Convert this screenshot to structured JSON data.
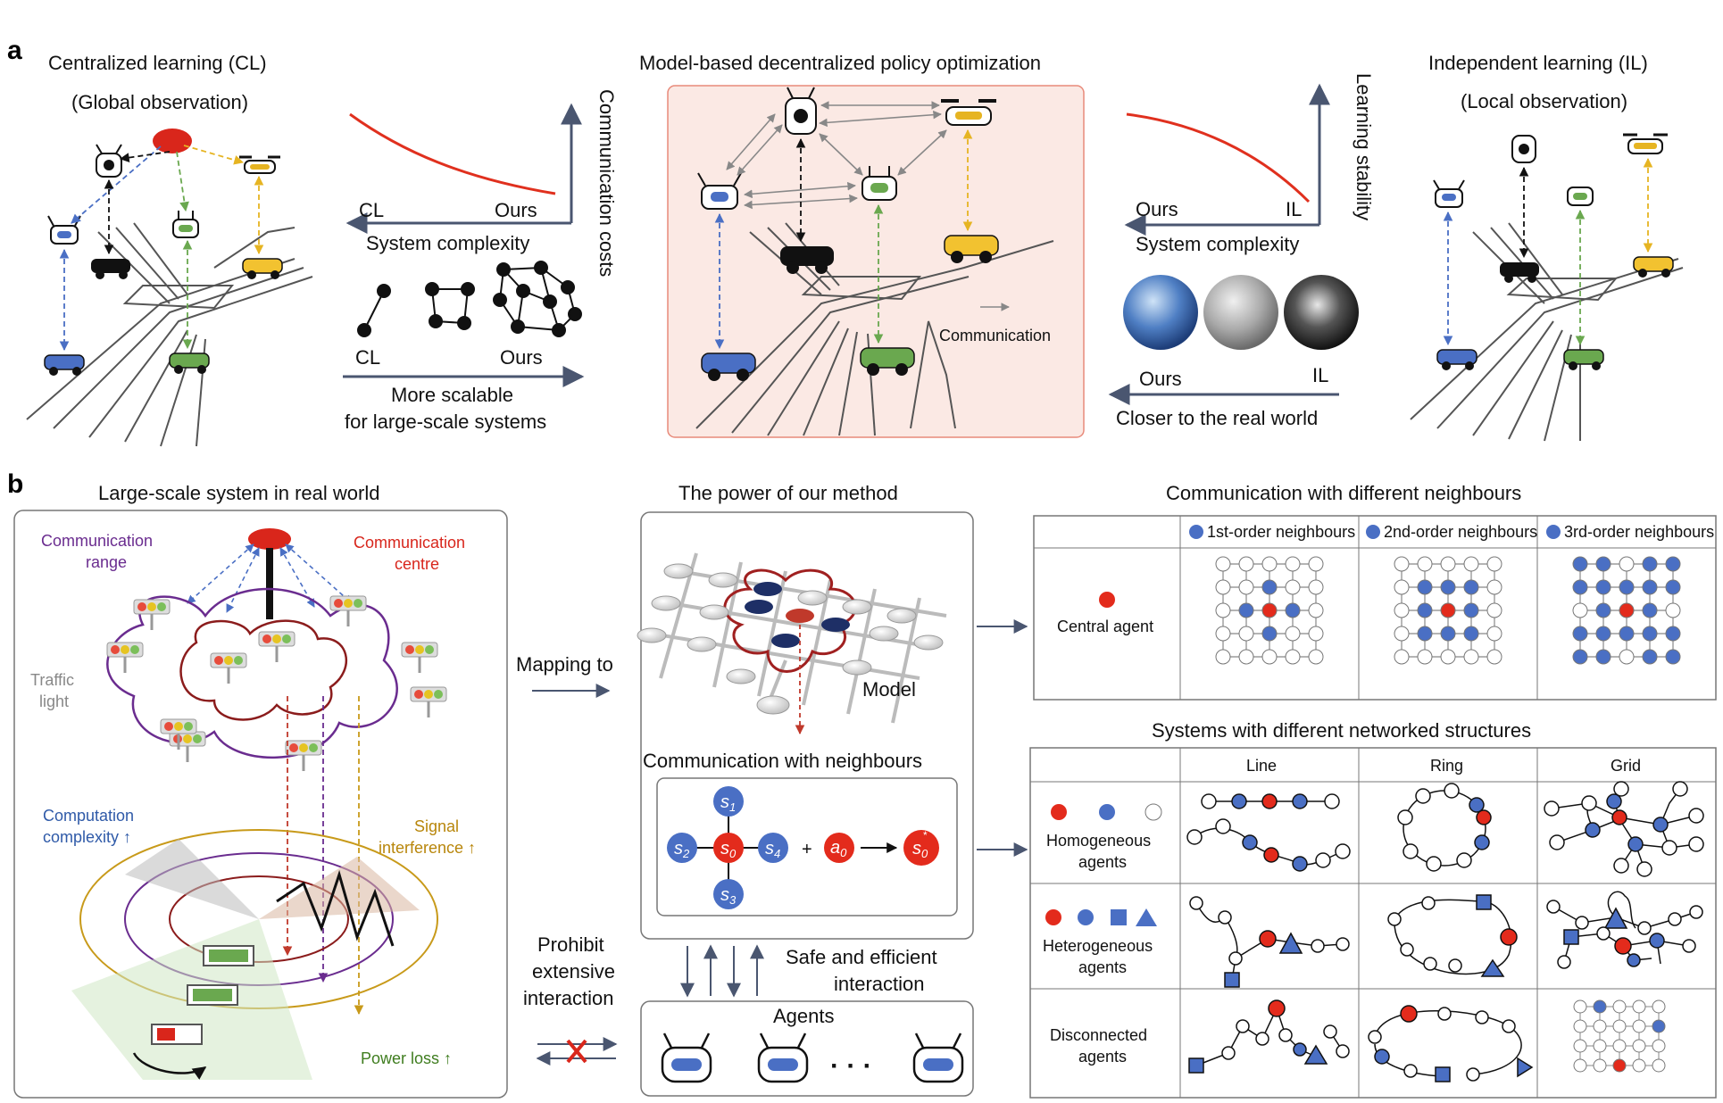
{
  "panel_a": {
    "letter": "a",
    "cl_title": "Centralized learning (CL)",
    "cl_subtitle": "(Global observation)",
    "center_title": "Model-based decentralized policy optimization",
    "il_title": "Independent learning (IL)",
    "il_subtitle": "(Local observation)",
    "comm_costs_axis": "Communication costs",
    "comm_left": "CL",
    "comm_right": "Ours",
    "system_complexity_1": "System complexity",
    "scal_left": "CL",
    "scal_right": "Ours",
    "scal_caption_1": "More scalable",
    "scal_caption_2": "for large-scale systems",
    "legend_communication": "Communication",
    "stab_axis": "Learning stability",
    "stab_left": "Ours",
    "stab_right": "IL",
    "system_complexity_2": "System complexity",
    "real_left": "Ours",
    "real_right": "IL",
    "real_caption": "Closer to the real world"
  },
  "panel_b": {
    "letter": "b",
    "large_title": "Large-scale system in real world",
    "comm_range": [
      "Communication",
      "range"
    ],
    "comm_centre": [
      "Communication",
      "centre"
    ],
    "traffic_light": [
      "Traffic",
      "light"
    ],
    "comp_complexity": [
      "Computation",
      "complexity ↑"
    ],
    "signal_interf": [
      "Signal",
      "interference ↑"
    ],
    "power_loss": "Power loss ↑",
    "mapping_to": "Mapping to",
    "prohibit": [
      "Prohibit",
      "extensive",
      "interaction"
    ],
    "power_title": "The power of our method",
    "model_label": "Model",
    "comm_neighbours_title": "Communication with neighbours",
    "safe_eff": [
      "Safe and efficient",
      "interaction"
    ],
    "agents_label": "Agents",
    "dots": "· · ·",
    "comm_diff_title": "Communication with different neighbours",
    "neigh_headers": [
      "1st-order neighbours",
      "2nd-order neighbours",
      "3rd-order neighbours"
    ],
    "central_agent": "Central agent",
    "systems_title": "Systems with different networked structures",
    "struct_headers": [
      "Line",
      "Ring",
      "Grid"
    ],
    "row_homog": [
      "Homogeneous",
      "agents"
    ],
    "row_heter": [
      "Heterogeneous",
      "agents"
    ],
    "row_disc": [
      "Disconnected",
      "agents"
    ]
  },
  "colors": {
    "blue_agent": "#4a6fc4",
    "red_agent": "#e32b1c",
    "panel_bg": "#fbe9e4",
    "axis_gray": "#4a5670",
    "curve_red": "#e0301e",
    "purple": "#6a2c8f",
    "gold": "#c89a1a",
    "green": "#6aa84f"
  }
}
